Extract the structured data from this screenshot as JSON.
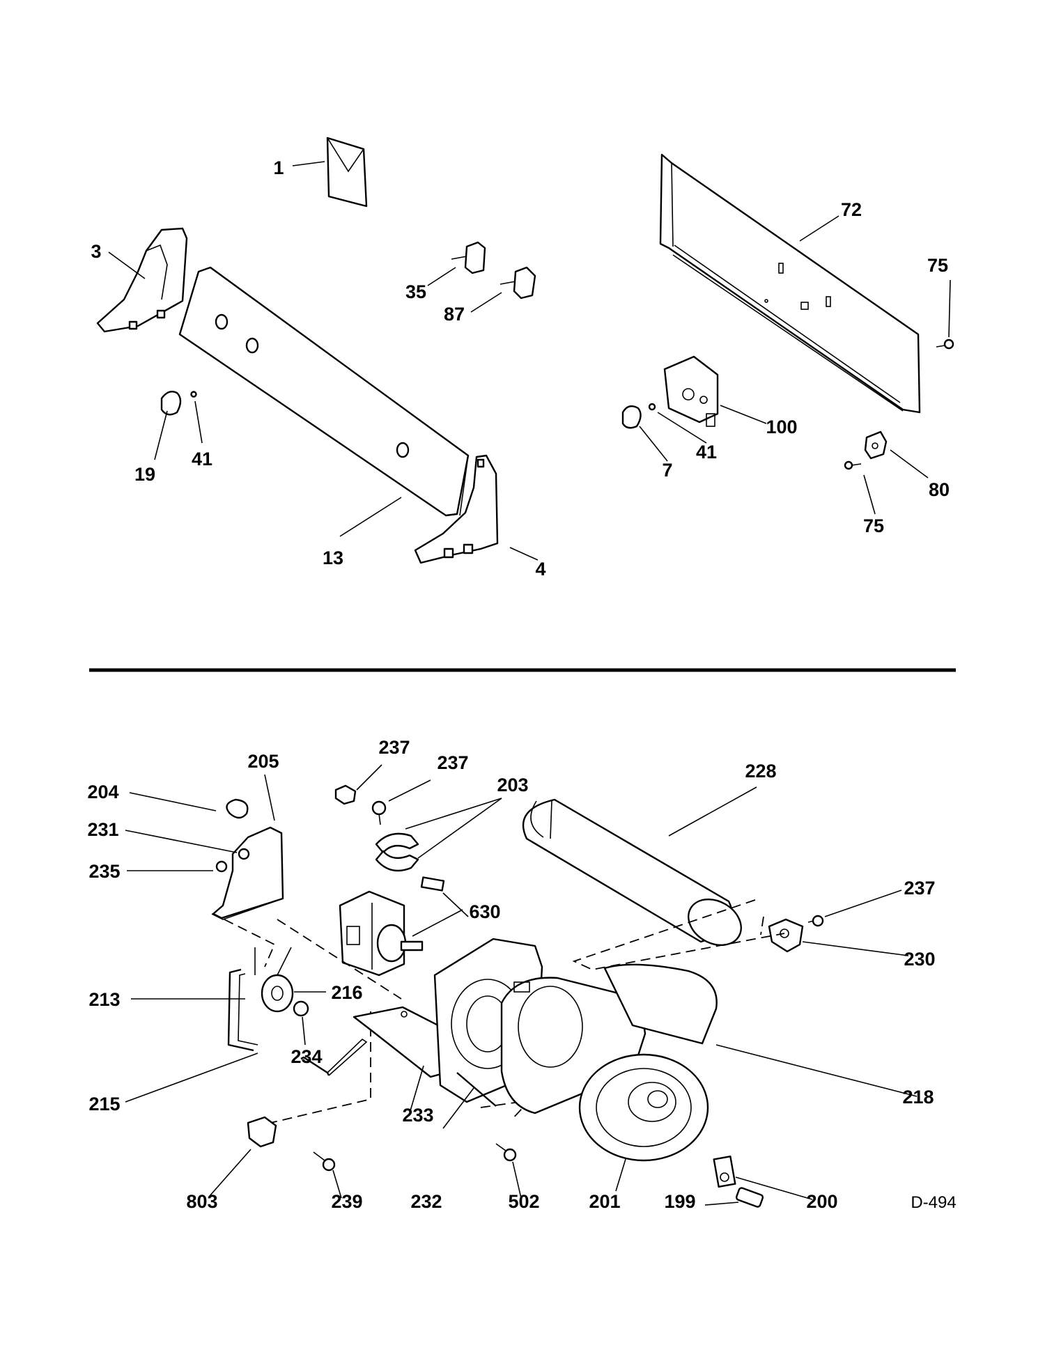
{
  "diagram": {
    "code": "D-494",
    "labels": {
      "l1": "1",
      "l3": "3",
      "l4": "4",
      "l13": "13",
      "l19": "19",
      "l41a": "41",
      "l35": "35",
      "l87": "87",
      "l72": "72",
      "l75a": "75",
      "l100": "100",
      "l7": "7",
      "l41b": "41",
      "l80": "80",
      "l75b": "75",
      "l204": "204",
      "l205": "205",
      "l231": "231",
      "l235": "235",
      "l237a": "237",
      "l237b": "237",
      "l203": "203",
      "l228": "228",
      "l630": "630",
      "l237c": "237",
      "l230": "230",
      "l213": "213",
      "l216": "216",
      "l234": "234",
      "l215": "215",
      "l233": "233",
      "l218": "218",
      "l232": "232",
      "l803": "803",
      "l239": "239",
      "l502": "502",
      "l201": "201",
      "l199": "199",
      "l200": "200"
    }
  }
}
